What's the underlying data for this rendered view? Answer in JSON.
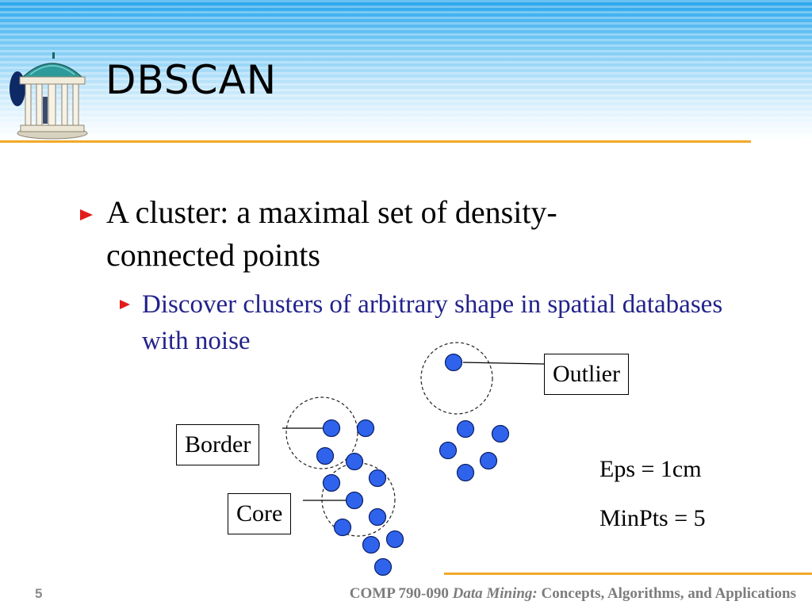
{
  "slide": {
    "title": "DBSCAN",
    "bullets": [
      {
        "level": 1,
        "text": "A cluster: a maximal set of density-connected points"
      },
      {
        "level": 2,
        "text": "Discover clusters of arbitrary shape in spatial databases with noise"
      }
    ]
  },
  "diagram": {
    "labels": {
      "outlier": "Outlier",
      "border": "Border",
      "core": "Core"
    },
    "params": {
      "eps": "Eps = 1cm",
      "minpts": "MinPts = 5"
    }
  },
  "footer": {
    "page_number": "5",
    "course": "COMP 790-090",
    "book_title": "Data Mining:",
    "subtitle": "Concepts, Algorithms, and Applications"
  },
  "colors": {
    "point_fill": "#2f63ec",
    "bullet_red": "#e31b1b",
    "accent_rule": "#f2a928",
    "sub_bullet_text": "#22228c"
  },
  "icons": {
    "logo": "old-well-gazebo-logo",
    "bullet": "triangle-bullet-icon"
  }
}
